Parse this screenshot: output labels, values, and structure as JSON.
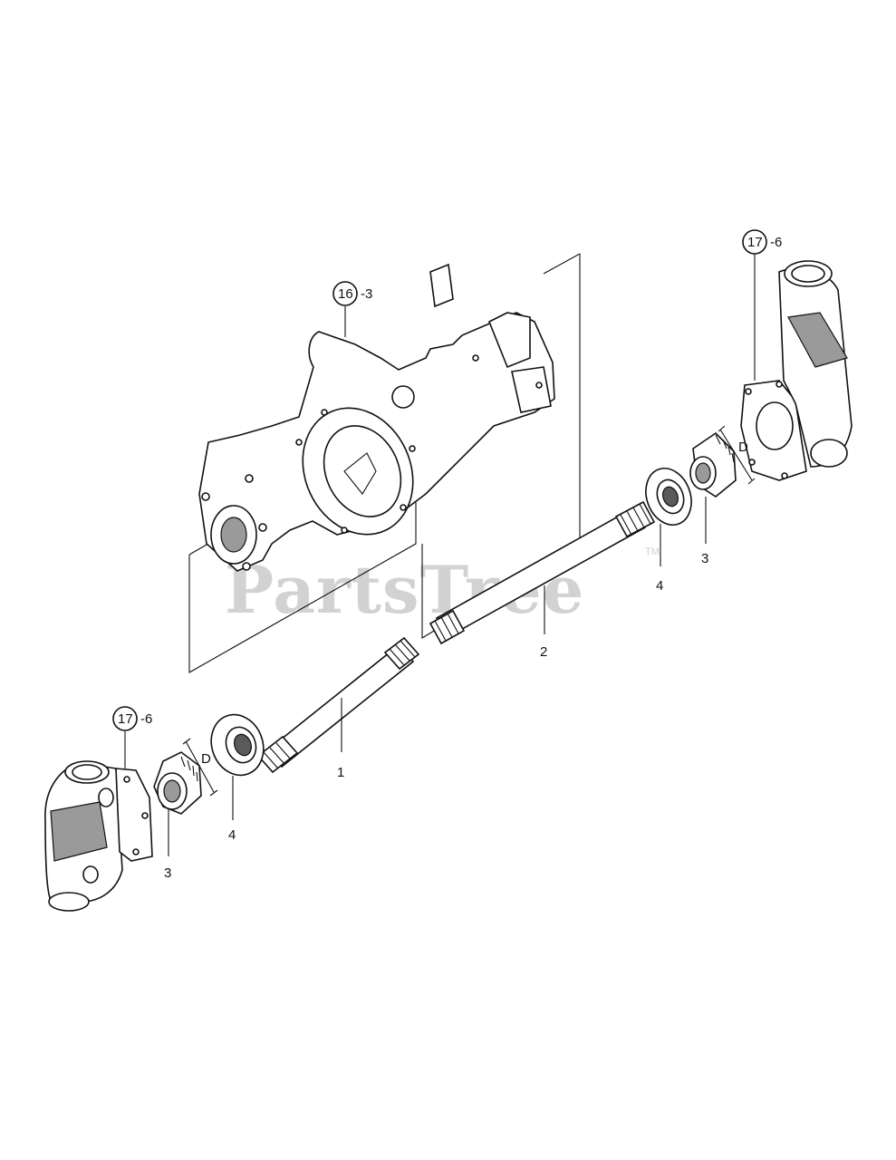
{
  "watermark": {
    "text": "PartsTree",
    "trademark": "TM"
  },
  "callouts": {
    "axle_housing_ref": {
      "circle": "16",
      "suffix": "-3"
    },
    "right_case_ref": {
      "circle": "17",
      "suffix": "-6"
    },
    "left_case_ref": {
      "circle": "17",
      "suffix": "-6"
    },
    "shaft_1": "1",
    "shaft_2": "2",
    "gear_right": "3",
    "gear_left": "3",
    "bearing_right": "4",
    "bearing_left": "4",
    "dim_right": "D",
    "dim_left": "D"
  }
}
